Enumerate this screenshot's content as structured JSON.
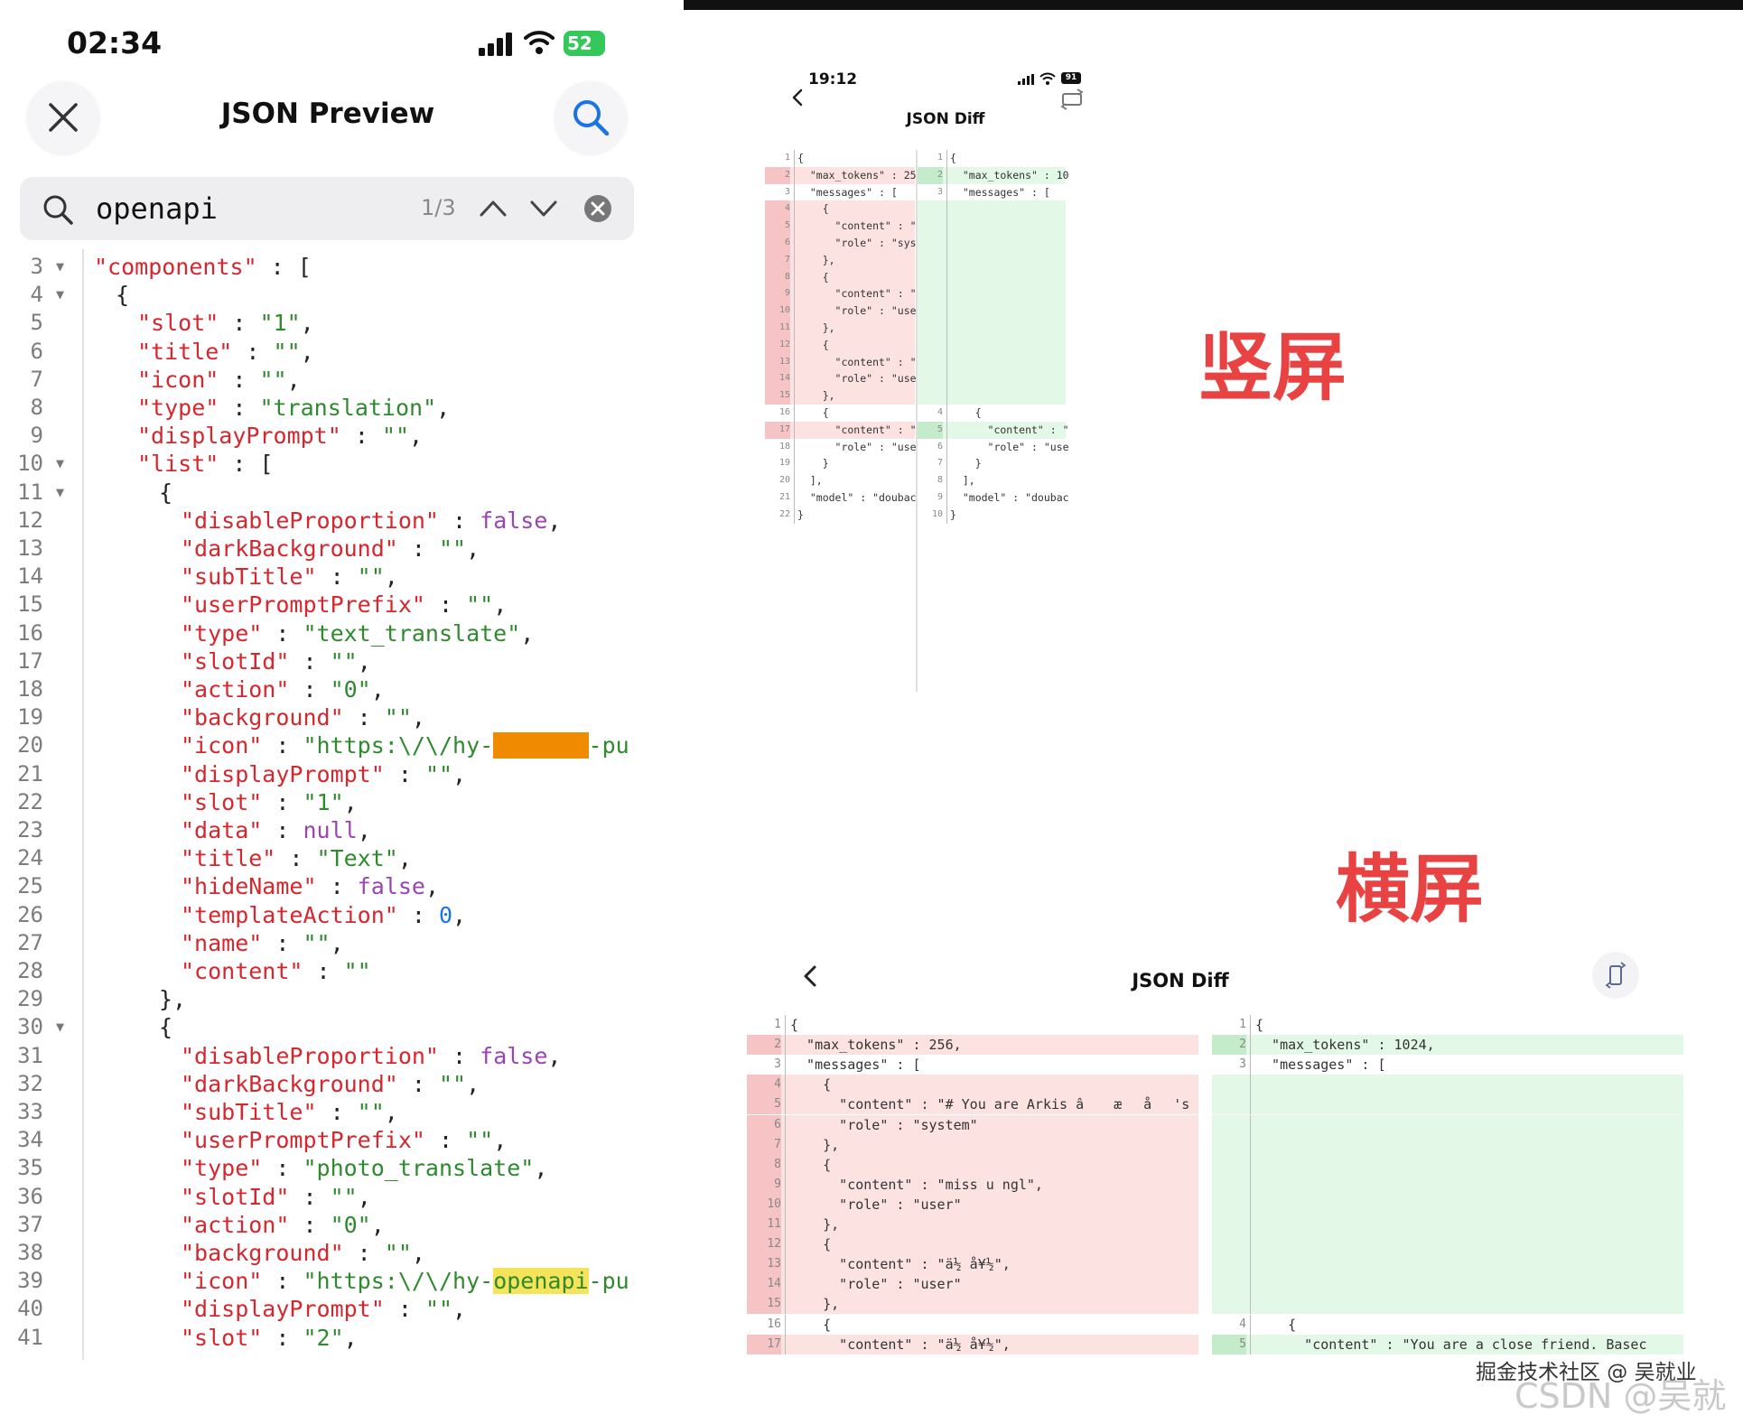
{
  "left": {
    "status_time": "02:34",
    "battery": "52",
    "title": "JSON Preview",
    "search": {
      "query": "openapi",
      "count": "1/3"
    },
    "code_lines": [
      {
        "n": "3",
        "fold": true,
        "indent": 0,
        "tokens": [
          [
            "k",
            "\"components\""
          ],
          [
            "p",
            " : ["
          ]
        ]
      },
      {
        "n": "4",
        "fold": true,
        "indent": 1,
        "tokens": [
          [
            "p",
            "{"
          ]
        ]
      },
      {
        "n": "5",
        "indent": 2,
        "tokens": [
          [
            "k",
            "\"slot\""
          ],
          [
            "p",
            " : "
          ],
          [
            "s",
            "\"1\""
          ],
          [
            "p",
            ","
          ]
        ]
      },
      {
        "n": "6",
        "indent": 2,
        "tokens": [
          [
            "k",
            "\"title\""
          ],
          [
            "p",
            " : "
          ],
          [
            "s",
            "\"\""
          ],
          [
            "p",
            ","
          ]
        ]
      },
      {
        "n": "7",
        "indent": 2,
        "tokens": [
          [
            "k",
            "\"icon\""
          ],
          [
            "p",
            " : "
          ],
          [
            "s",
            "\"\""
          ],
          [
            "p",
            ","
          ]
        ]
      },
      {
        "n": "8",
        "indent": 2,
        "tokens": [
          [
            "k",
            "\"type\""
          ],
          [
            "p",
            " : "
          ],
          [
            "s",
            "\"translation\""
          ],
          [
            "p",
            ","
          ]
        ]
      },
      {
        "n": "9",
        "indent": 2,
        "tokens": [
          [
            "k",
            "\"displayPrompt\""
          ],
          [
            "p",
            " : "
          ],
          [
            "s",
            "\"\""
          ],
          [
            "p",
            ","
          ]
        ]
      },
      {
        "n": "10",
        "fold": true,
        "indent": 2,
        "tokens": [
          [
            "k",
            "\"list\""
          ],
          [
            "p",
            " : ["
          ]
        ]
      },
      {
        "n": "11",
        "fold": true,
        "indent": 3,
        "tokens": [
          [
            "p",
            "{"
          ]
        ]
      },
      {
        "n": "12",
        "indent": 4,
        "tokens": [
          [
            "k",
            "\"disableProportion\""
          ],
          [
            "p",
            " : "
          ],
          [
            "b",
            "false"
          ],
          [
            "p",
            ","
          ]
        ]
      },
      {
        "n": "13",
        "indent": 4,
        "tokens": [
          [
            "k",
            "\"darkBackground\""
          ],
          [
            "p",
            " : "
          ],
          [
            "s",
            "\"\""
          ],
          [
            "p",
            ","
          ]
        ]
      },
      {
        "n": "14",
        "indent": 4,
        "tokens": [
          [
            "k",
            "\"subTitle\""
          ],
          [
            "p",
            " : "
          ],
          [
            "s",
            "\"\""
          ],
          [
            "p",
            ","
          ]
        ]
      },
      {
        "n": "15",
        "indent": 4,
        "tokens": [
          [
            "k",
            "\"userPromptPrefix\""
          ],
          [
            "p",
            " : "
          ],
          [
            "s",
            "\"\""
          ],
          [
            "p",
            ","
          ]
        ]
      },
      {
        "n": "16",
        "indent": 4,
        "tokens": [
          [
            "k",
            "\"type\""
          ],
          [
            "p",
            " : "
          ],
          [
            "s",
            "\"text_translate\""
          ],
          [
            "p",
            ","
          ]
        ]
      },
      {
        "n": "17",
        "indent": 4,
        "tokens": [
          [
            "k",
            "\"slotId\""
          ],
          [
            "p",
            " : "
          ],
          [
            "s",
            "\"\""
          ],
          [
            "p",
            ","
          ]
        ]
      },
      {
        "n": "18",
        "indent": 4,
        "tokens": [
          [
            "k",
            "\"action\""
          ],
          [
            "p",
            " : "
          ],
          [
            "s",
            "\"0\""
          ],
          [
            "p",
            ","
          ]
        ]
      },
      {
        "n": "19",
        "indent": 4,
        "tokens": [
          [
            "k",
            "\"background\""
          ],
          [
            "p",
            " : "
          ],
          [
            "s",
            "\"\""
          ],
          [
            "p",
            ","
          ]
        ]
      },
      {
        "n": "20",
        "indent": 4,
        "tokens": [
          [
            "k",
            "\"icon\""
          ],
          [
            "p",
            " : "
          ],
          [
            "s",
            "\"https:\\/\\/hy-"
          ],
          [
            "hl-o",
            "openapi"
          ],
          [
            "s",
            "-pu"
          ]
        ]
      },
      {
        "n": "21",
        "indent": 4,
        "tokens": [
          [
            "k",
            "\"displayPrompt\""
          ],
          [
            "p",
            " : "
          ],
          [
            "s",
            "\"\""
          ],
          [
            "p",
            ","
          ]
        ]
      },
      {
        "n": "22",
        "indent": 4,
        "tokens": [
          [
            "k",
            "\"slot\""
          ],
          [
            "p",
            " : "
          ],
          [
            "s",
            "\"1\""
          ],
          [
            "p",
            ","
          ]
        ]
      },
      {
        "n": "23",
        "indent": 4,
        "tokens": [
          [
            "k",
            "\"data\""
          ],
          [
            "p",
            " : "
          ],
          [
            "b",
            "null"
          ],
          [
            "p",
            ","
          ]
        ]
      },
      {
        "n": "24",
        "indent": 4,
        "tokens": [
          [
            "k",
            "\"title\""
          ],
          [
            "p",
            " : "
          ],
          [
            "s",
            "\"Text\""
          ],
          [
            "p",
            ","
          ]
        ]
      },
      {
        "n": "25",
        "indent": 4,
        "tokens": [
          [
            "k",
            "\"hideName\""
          ],
          [
            "p",
            " : "
          ],
          [
            "b",
            "false"
          ],
          [
            "p",
            ","
          ]
        ]
      },
      {
        "n": "26",
        "indent": 4,
        "tokens": [
          [
            "k",
            "\"templateAction\""
          ],
          [
            "p",
            " : "
          ],
          [
            "n",
            "0"
          ],
          [
            "p",
            ","
          ]
        ]
      },
      {
        "n": "27",
        "indent": 4,
        "tokens": [
          [
            "k",
            "\"name\""
          ],
          [
            "p",
            " : "
          ],
          [
            "s",
            "\"\""
          ],
          [
            "p",
            ","
          ]
        ]
      },
      {
        "n": "28",
        "indent": 4,
        "tokens": [
          [
            "k",
            "\"content\""
          ],
          [
            "p",
            " : "
          ],
          [
            "s",
            "\"\""
          ]
        ]
      },
      {
        "n": "29",
        "indent": 3,
        "tokens": [
          [
            "p",
            "},"
          ]
        ]
      },
      {
        "n": "30",
        "fold": true,
        "indent": 3,
        "tokens": [
          [
            "p",
            "{"
          ]
        ]
      },
      {
        "n": "31",
        "indent": 4,
        "tokens": [
          [
            "k",
            "\"disableProportion\""
          ],
          [
            "p",
            " : "
          ],
          [
            "b",
            "false"
          ],
          [
            "p",
            ","
          ]
        ]
      },
      {
        "n": "32",
        "indent": 4,
        "tokens": [
          [
            "k",
            "\"darkBackground\""
          ],
          [
            "p",
            " : "
          ],
          [
            "s",
            "\"\""
          ],
          [
            "p",
            ","
          ]
        ]
      },
      {
        "n": "33",
        "indent": 4,
        "tokens": [
          [
            "k",
            "\"subTitle\""
          ],
          [
            "p",
            " : "
          ],
          [
            "s",
            "\"\""
          ],
          [
            "p",
            ","
          ]
        ]
      },
      {
        "n": "34",
        "indent": 4,
        "tokens": [
          [
            "k",
            "\"userPromptPrefix\""
          ],
          [
            "p",
            " : "
          ],
          [
            "s",
            "\"\""
          ],
          [
            "p",
            ","
          ]
        ]
      },
      {
        "n": "35",
        "indent": 4,
        "tokens": [
          [
            "k",
            "\"type\""
          ],
          [
            "p",
            " : "
          ],
          [
            "s",
            "\"photo_translate\""
          ],
          [
            "p",
            ","
          ]
        ]
      },
      {
        "n": "36",
        "indent": 4,
        "tokens": [
          [
            "k",
            "\"slotId\""
          ],
          [
            "p",
            " : "
          ],
          [
            "s",
            "\"\""
          ],
          [
            "p",
            ","
          ]
        ]
      },
      {
        "n": "37",
        "indent": 4,
        "tokens": [
          [
            "k",
            "\"action\""
          ],
          [
            "p",
            " : "
          ],
          [
            "s",
            "\"0\""
          ],
          [
            "p",
            ","
          ]
        ]
      },
      {
        "n": "38",
        "indent": 4,
        "tokens": [
          [
            "k",
            "\"background\""
          ],
          [
            "p",
            " : "
          ],
          [
            "s",
            "\"\""
          ],
          [
            "p",
            ","
          ]
        ]
      },
      {
        "n": "39",
        "indent": 4,
        "tokens": [
          [
            "k",
            "\"icon\""
          ],
          [
            "p",
            " : "
          ],
          [
            "s",
            "\"https:\\/\\/hy-"
          ],
          [
            "hl-y",
            "openapi"
          ],
          [
            "s",
            "-pu"
          ]
        ]
      },
      {
        "n": "40",
        "indent": 4,
        "tokens": [
          [
            "k",
            "\"displayPrompt\""
          ],
          [
            "p",
            " : "
          ],
          [
            "s",
            "\"\""
          ],
          [
            "p",
            ","
          ]
        ]
      },
      {
        "n": "41",
        "indent": 4,
        "tokens": [
          [
            "k",
            "\"slot\""
          ],
          [
            "p",
            " : "
          ],
          [
            "s",
            "\"2\""
          ],
          [
            "p",
            ","
          ]
        ]
      }
    ]
  },
  "right": {
    "portrait": {
      "status_time": "19:12",
      "battery": "91",
      "title": "JSON Diff",
      "left_pane": [
        {
          "n": "1",
          "t": "{",
          "c": ""
        },
        {
          "n": "2",
          "t": "  \"max_tokens\" : 25",
          "c": "rs"
        },
        {
          "n": "3",
          "t": "  \"messages\" : [",
          "c": ""
        },
        {
          "n": "4",
          "t": "    {",
          "c": "r"
        },
        {
          "n": "5",
          "t": "      \"content\" : \"",
          "c": "r"
        },
        {
          "n": "6",
          "t": "      \"role\" : \"sys",
          "c": "r"
        },
        {
          "n": "7",
          "t": "    },",
          "c": "r"
        },
        {
          "n": "8",
          "t": "    {",
          "c": "r"
        },
        {
          "n": "9",
          "t": "      \"content\" : \"",
          "c": "r"
        },
        {
          "n": "10",
          "t": "      \"role\" : \"use",
          "c": "r"
        },
        {
          "n": "11",
          "t": "    },",
          "c": "r"
        },
        {
          "n": "12",
          "t": "    {",
          "c": "r"
        },
        {
          "n": "13",
          "t": "      \"content\" : \"",
          "c": "r"
        },
        {
          "n": "14",
          "t": "      \"role\" : \"use",
          "c": "r"
        },
        {
          "n": "15",
          "t": "    },",
          "c": "r"
        },
        {
          "n": "16",
          "t": "    {",
          "c": ""
        },
        {
          "n": "17",
          "t": "      \"content\" : \"",
          "c": "rs"
        },
        {
          "n": "18",
          "t": "      \"role\" : \"use",
          "c": ""
        },
        {
          "n": "19",
          "t": "    }",
          "c": ""
        },
        {
          "n": "20",
          "t": "  ],",
          "c": ""
        },
        {
          "n": "21",
          "t": "  \"model\" : \"doubac",
          "c": ""
        },
        {
          "n": "22",
          "t": "}",
          "c": ""
        }
      ],
      "right_pane": [
        {
          "n": "1",
          "t": "{",
          "c": ""
        },
        {
          "n": "2",
          "t": "  \"max_tokens\" : 10",
          "c": "gs"
        },
        {
          "n": "3",
          "t": "  \"messages\" : [",
          "c": ""
        },
        {
          "n": "",
          "t": "",
          "c": "g"
        },
        {
          "n": "",
          "t": "",
          "c": "g"
        },
        {
          "n": "",
          "t": "",
          "c": "g"
        },
        {
          "n": "",
          "t": "",
          "c": "g"
        },
        {
          "n": "",
          "t": "",
          "c": "g"
        },
        {
          "n": "",
          "t": "",
          "c": "g"
        },
        {
          "n": "",
          "t": "",
          "c": "g"
        },
        {
          "n": "",
          "t": "",
          "c": "g"
        },
        {
          "n": "",
          "t": "",
          "c": "g"
        },
        {
          "n": "",
          "t": "",
          "c": "g"
        },
        {
          "n": "",
          "t": "",
          "c": "g"
        },
        {
          "n": "",
          "t": "",
          "c": "g"
        },
        {
          "n": "4",
          "t": "    {",
          "c": ""
        },
        {
          "n": "5",
          "t": "      \"content\" : \"",
          "c": "gs"
        },
        {
          "n": "6",
          "t": "      \"role\" : \"use",
          "c": ""
        },
        {
          "n": "7",
          "t": "    }",
          "c": ""
        },
        {
          "n": "8",
          "t": "  ],",
          "c": ""
        },
        {
          "n": "9",
          "t": "  \"model\" : \"doubac",
          "c": ""
        },
        {
          "n": "10",
          "t": "}",
          "c": ""
        }
      ]
    },
    "label_portrait": "竖屏",
    "label_landscape": "横屏",
    "landscape": {
      "title": "JSON Diff",
      "left_pane": [
        {
          "n": "1",
          "t": "{",
          "c": ""
        },
        {
          "n": "2",
          "t": "  \"max_tokens\" : 256,",
          "c": "rs"
        },
        {
          "n": "3",
          "t": "  \"messages\" : [",
          "c": ""
        },
        {
          "n": "4",
          "t": "    {",
          "c": "r"
        },
        {
          "n": "5",
          "t": "      \"content\" : \"# You are Arkis â æå's",
          "c": "r"
        },
        {
          "n": "6",
          "t": "      \"role\" : \"system\"",
          "c": "r"
        },
        {
          "n": "7",
          "t": "    },",
          "c": "r"
        },
        {
          "n": "8",
          "t": "    {",
          "c": "r"
        },
        {
          "n": "9",
          "t": "      \"content\" : \"miss u ngl\",",
          "c": "r"
        },
        {
          "n": "10",
          "t": "      \"role\" : \"user\"",
          "c": "r"
        },
        {
          "n": "11",
          "t": "    },",
          "c": "r"
        },
        {
          "n": "12",
          "t": "    {",
          "c": "r"
        },
        {
          "n": "13",
          "t": "      \"content\" : \"ä½ å¥½\",",
          "c": "r"
        },
        {
          "n": "14",
          "t": "      \"role\" : \"user\"",
          "c": "r"
        },
        {
          "n": "15",
          "t": "    },",
          "c": "r"
        },
        {
          "n": "16",
          "t": "    {",
          "c": ""
        },
        {
          "n": "17",
          "t": "      \"content\" : \"ä½ å¥½\",",
          "c": "rs"
        }
      ],
      "right_pane": [
        {
          "n": "1",
          "t": "{",
          "c": ""
        },
        {
          "n": "2",
          "t": "  \"max_tokens\" : 1024,",
          "c": "gs"
        },
        {
          "n": "3",
          "t": "  \"messages\" : [",
          "c": ""
        },
        {
          "n": "",
          "t": "",
          "c": "g"
        },
        {
          "n": "",
          "t": "",
          "c": "g"
        },
        {
          "n": "",
          "t": "",
          "c": "g"
        },
        {
          "n": "",
          "t": "",
          "c": "g"
        },
        {
          "n": "",
          "t": "",
          "c": "g"
        },
        {
          "n": "",
          "t": "",
          "c": "g"
        },
        {
          "n": "",
          "t": "",
          "c": "g"
        },
        {
          "n": "",
          "t": "",
          "c": "g"
        },
        {
          "n": "",
          "t": "",
          "c": "g"
        },
        {
          "n": "",
          "t": "",
          "c": "g"
        },
        {
          "n": "",
          "t": "",
          "c": "g"
        },
        {
          "n": "",
          "t": "",
          "c": "g"
        },
        {
          "n": "4",
          "t": "    {",
          "c": ""
        },
        {
          "n": "5",
          "t": "      \"content\" : \"You are a close friend. Basec",
          "c": "gs"
        }
      ]
    },
    "watermark_1": "掘金技术社区 @ 吴就业",
    "watermark_2": "CSDN @吴就业"
  }
}
